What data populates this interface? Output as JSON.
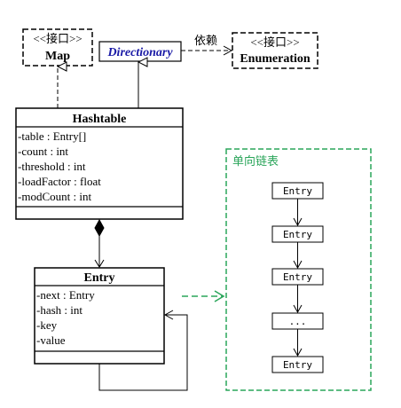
{
  "diagram": {
    "map_box": {
      "stereotype": "<<接口>>",
      "name": "Map"
    },
    "directionary_box": {
      "name": "Directionary"
    },
    "dependency_label": "依赖",
    "enumeration_box": {
      "stereotype": "<<接口>>",
      "name": "Enumeration"
    },
    "hashtable_class": {
      "name": "Hashtable",
      "fields": [
        "-table : Entry[]",
        "-count : int",
        "-threshold : int",
        "-loadFactor : float",
        "-modCount : int"
      ]
    },
    "entry_class": {
      "name": "Entry",
      "fields": [
        "-next : Entry",
        "-hash : int",
        "-key",
        "-value"
      ]
    },
    "linked_list": {
      "title": "单向链表",
      "nodes": [
        "Entry",
        "Entry",
        "Entry",
        "...",
        "Entry"
      ]
    },
    "colors": {
      "line": "#000000",
      "interface_name": "#1a1aa6",
      "linked_list_border": "#2aa55a",
      "linked_list_title": "#2aa55a"
    }
  }
}
